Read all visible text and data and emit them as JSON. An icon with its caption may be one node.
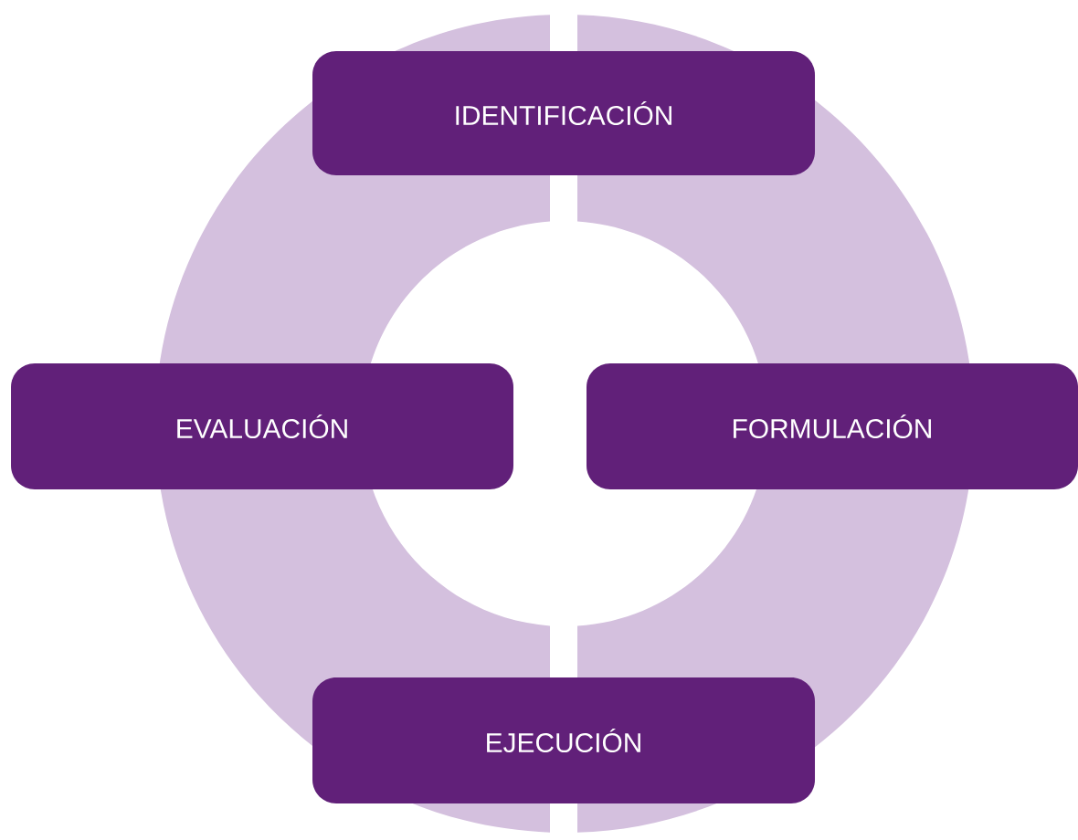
{
  "diagram": {
    "nodes": [
      {
        "text": [
          "IDENTIFICACIÓN"
        ]
      },
      {
        "text": [
          "EVALUACIÓN"
        ]
      },
      {
        "text": [
          "FORMULACIÓN"
        ]
      },
      {
        "text": [
          "EJECUCIÓN"
        ]
      }
    ]
  }
}
